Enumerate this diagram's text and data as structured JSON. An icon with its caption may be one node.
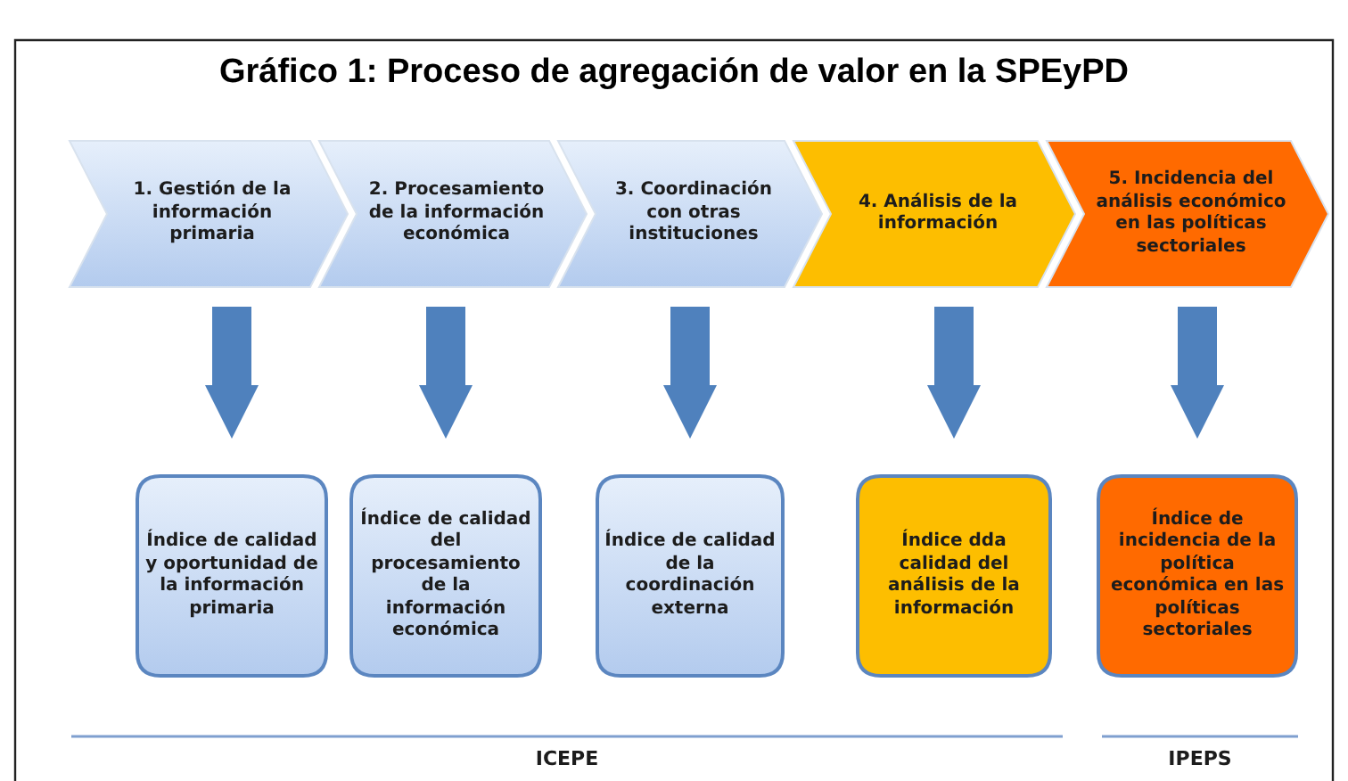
{
  "diagram": {
    "title": "Gráfico 1: Proceso de agregación de valor en la SPEyPD",
    "nodes": [
      {
        "text": [
          "1. Gestión de la información primaria"
        ]
      },
      {
        "text": [
          "2. Procesamiento de la información económica"
        ]
      },
      {
        "text": [
          "3. Coordinación con otras instituciones"
        ]
      },
      {
        "text": [
          "4. Análisis de la información"
        ]
      },
      {
        "text": [
          "5. Incidencia del análisis económico en las políticas sectoriales"
        ]
      },
      {
        "text": [
          "Índice de calidad y oportunidad de la información primaria"
        ]
      },
      {
        "text": [
          "Índice de calidad del procesamiento de la información económica"
        ]
      },
      {
        "text": [
          "Índice de calidad de la coordinación externa"
        ]
      },
      {
        "text": [
          "Índice dda calidad del análisis de la información"
        ]
      },
      {
        "text": [
          "Índice de incidencia de la política económica en las políticas sectoriales"
        ]
      }
    ],
    "edges": [
      {
        "from": 0,
        "to": 5,
        "arrow": "to"
      },
      {
        "from": 1,
        "to": 6,
        "arrow": "to"
      },
      {
        "from": 2,
        "to": 7,
        "arrow": "to"
      },
      {
        "from": 3,
        "to": 8,
        "arrow": "to"
      },
      {
        "from": 4,
        "to": 9,
        "arrow": "to"
      }
    ],
    "labels": [
      "ICEPE",
      "IPEPS"
    ]
  }
}
